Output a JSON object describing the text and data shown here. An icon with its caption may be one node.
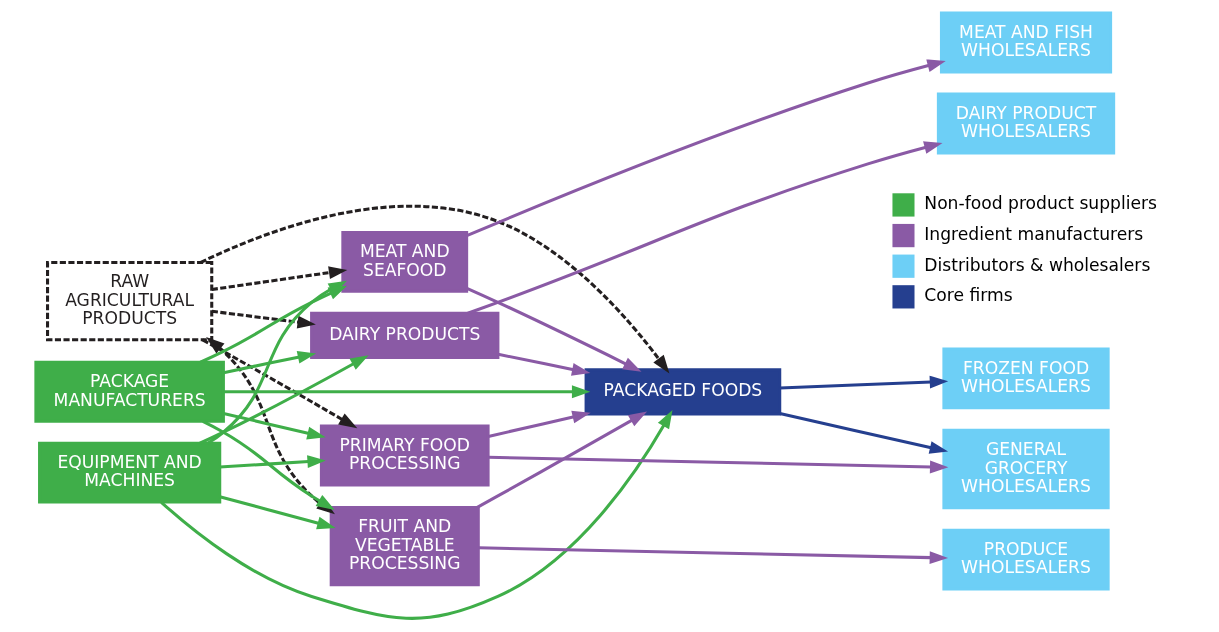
{
  "diagram": {
    "nodes": [
      {
        "text": [
          "RAW AGRICULTURAL PRODUCTS"
        ]
      },
      {
        "text": [
          "EQUIPMENT AND MACHINES"
        ]
      },
      {
        "text": [
          "PACKAGE MANUFACTURERS"
        ]
      },
      {
        "text": [
          "PRIMARY FOOD PROCESSING"
        ]
      },
      {
        "text": [
          "FRUIT AND VEGETABLE PROCESSING"
        ]
      },
      {
        "text": [
          "PACKAGED FOODS"
        ]
      },
      {
        "text": [
          "MEAT AND SEAFOOD"
        ]
      },
      {
        "text": [
          "DAIRY PRODUCTS"
        ]
      },
      {
        "text": [
          "GENERAL GROCERY WHOLESALERS"
        ]
      },
      {
        "text": [
          "PRODUCE WHOLESALERS"
        ]
      },
      {
        "text": [
          "FROZEN FOOD WHOLESALERS"
        ]
      },
      {
        "text": [
          "MEAT AND FISH WHOLESALERS"
        ]
      },
      {
        "text": [
          "DAIRY PRODUCT WHOLESALERS"
        ]
      }
    ],
    "edges": [
      {
        "from": 0,
        "to": 3,
        "arrow": "to",
        "style": "dashed",
        "color": "#231f20"
      },
      {
        "from": 0,
        "to": 4,
        "arrow": "both",
        "style": "dashed",
        "color": "#231f20"
      },
      {
        "from": 0,
        "to": 5,
        "arrow": "to",
        "style": "dashed",
        "color": "#231f20"
      },
      {
        "from": 0,
        "to": 6,
        "arrow": "to",
        "style": "dashed",
        "color": "#231f20"
      },
      {
        "from": 0,
        "to": 7,
        "arrow": "to",
        "style": "dashed",
        "color": "#231f20"
      },
      {
        "from": 1,
        "to": 3,
        "arrow": "to"
      },
      {
        "from": 1,
        "to": 4,
        "arrow": "to"
      },
      {
        "from": 1,
        "to": 5,
        "arrow": "to"
      },
      {
        "from": 1,
        "to": 6,
        "arrow": "to"
      },
      {
        "from": 1,
        "to": 7,
        "arrow": "to"
      },
      {
        "from": 2,
        "to": 3,
        "arrow": "to"
      },
      {
        "from": 2,
        "to": 4,
        "arrow": "to"
      },
      {
        "from": 2,
        "to": 5,
        "arrow": "to"
      },
      {
        "from": 2,
        "to": 6,
        "arrow": "to"
      },
      {
        "from": 2,
        "to": 7,
        "arrow": "to"
      },
      {
        "from": 3,
        "to": 8,
        "arrow": "to",
        "color": "#8a5aa5"
      },
      {
        "from": 3,
        "to": 5,
        "arrow": "to",
        "color": "#8a5aa5"
      },
      {
        "from": 4,
        "to": 9,
        "arrow": "to",
        "color": "#8a5aa5"
      },
      {
        "from": 4,
        "to": 5,
        "arrow": "to",
        "color": "#8a5aa5"
      },
      {
        "from": 6,
        "to": 5,
        "arrow": "to",
        "color": "#8a5aa5"
      },
      {
        "from": 6,
        "to": 11,
        "arrow": "to",
        "color": "#8a5aa5"
      },
      {
        "from": 7,
        "to": 5,
        "arrow": "to",
        "color": "#8a5aa5"
      },
      {
        "from": 7,
        "to": 12,
        "arrow": "to",
        "color": "#8a5aa5"
      },
      {
        "from": 5,
        "to": 8,
        "arrow": "to",
        "color": "#253f8f"
      },
      {
        "from": 5,
        "to": 10,
        "arrow": "to",
        "color": "#253f8f"
      }
    ],
    "legend": [
      {
        "text": "Non-food product suppliers",
        "color": "#3fae49"
      },
      {
        "text": "Ingredient manufacturers",
        "color": "#8a5aa5"
      },
      {
        "text": "Distributors & wholesalers",
        "color": "#6dcff6"
      },
      {
        "text": "Core firms",
        "color": "#253f8f"
      }
    ]
  }
}
